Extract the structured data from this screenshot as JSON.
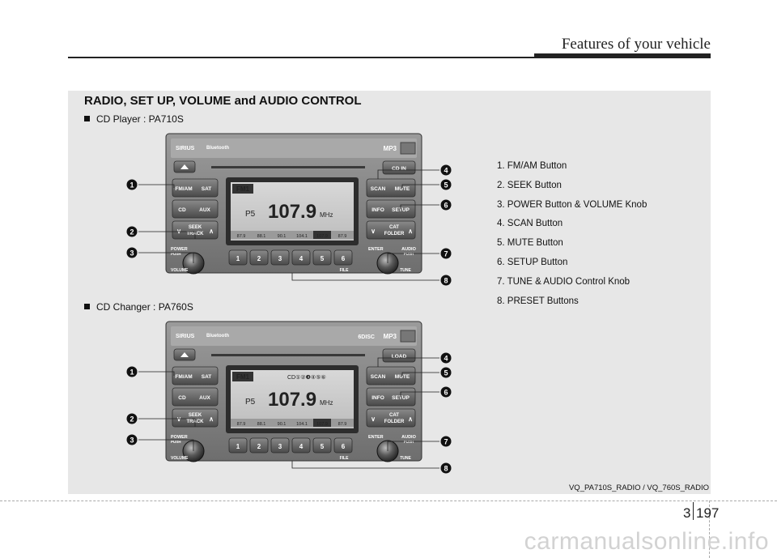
{
  "header": {
    "title": "Features of your vehicle",
    "chapter": "3",
    "page": "197"
  },
  "section_title": "RADIO, SET UP, VOLUME and AUDIO CONTROL",
  "units": [
    {
      "label": "CD Player : PA710S",
      "cd_label": "CD IN",
      "preset_buttons": [
        "1",
        "2",
        "3",
        "4",
        "5",
        "6"
      ],
      "lcd": {
        "band": "FM1",
        "preset": "P5",
        "frequency": "107.9",
        "unit": "MHz",
        "presets_bar": [
          "87.9",
          "88.1",
          "90.1",
          "104.1",
          "107.9",
          "87.9"
        ]
      }
    },
    {
      "label": "CD Changer : PA760S",
      "cd_label": "LOAD",
      "preset_buttons": [
        "1",
        "2",
        "3",
        "4",
        "5",
        "6"
      ],
      "lcd": {
        "band": "FM1",
        "preset": "P5",
        "frequency": "107.9",
        "unit": "MHz",
        "presets_bar": [
          "87.9",
          "88.1",
          "90.1",
          "104.1",
          "107.9",
          "87.9"
        ],
        "disc_indicator": "CD①②❸④⑤⑥"
      }
    }
  ],
  "radio_labels": {
    "brand": "SIRIUS",
    "bluetooth": "Bluetooth",
    "mp3": "MP3",
    "sixdisc": "6DISC",
    "fm_am": "FM/AM",
    "sat": "SAT",
    "cd": "CD",
    "aux": "AUX",
    "seek": "SEEK",
    "track": "TRACK",
    "power": "POWER",
    "push": "PUSH",
    "volume": "VOLUME",
    "scan": "SCAN",
    "mute": "MUTE",
    "info": "INFO",
    "setup": "SETUP",
    "cat": "CAT",
    "folder": "FOLDER",
    "enter": "ENTER",
    "audio": "AUDIO",
    "file": "FILE",
    "tune": "TUNE"
  },
  "callout_numbers": [
    "1",
    "2",
    "3",
    "4",
    "5",
    "6",
    "7",
    "8"
  ],
  "legend": [
    "1. FM/AM Button",
    "2. SEEK Button",
    "3. POWER Button & VOLUME Knob",
    "4. SCAN Button",
    "5. MUTE Button",
    "6. SETUP Button",
    "7. TUNE & AUDIO Control Knob",
    "8. PRESET Buttons"
  ],
  "caption": "VQ_PA710S_RADIO / VQ_760S_RADIO",
  "watermark": "carmanualsonline.info"
}
